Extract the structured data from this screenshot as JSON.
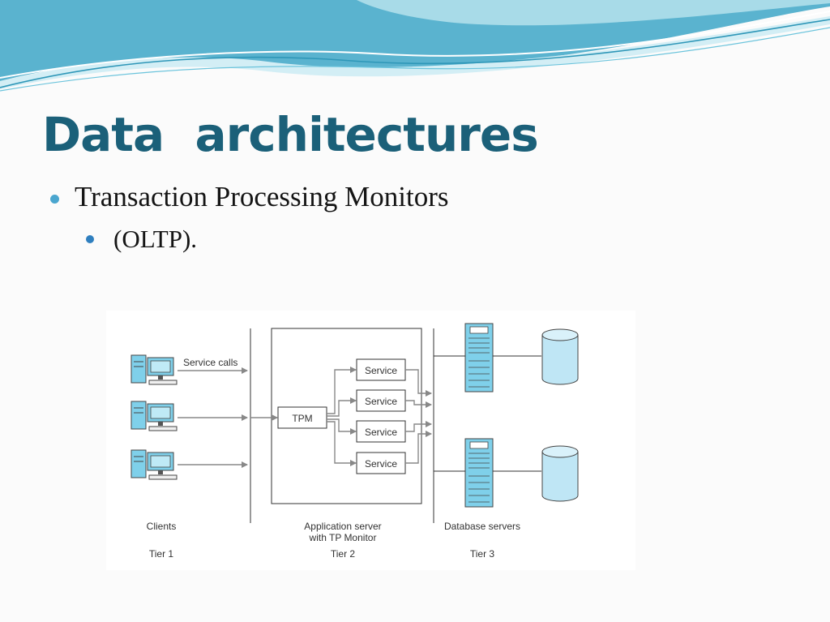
{
  "slide": {
    "title": "Data  architectures",
    "bullets": [
      {
        "text": "Transaction Processing Monitors",
        "level": 1
      },
      {
        "text": "(OLTP).",
        "level": 2
      }
    ]
  },
  "colors": {
    "title": "#1b6079",
    "bullet_l1": "#4aa6cf",
    "bullet_l2": "#2f7fbf",
    "wave_dark": "#5ab3cf",
    "wave_light": "#a8dbe8",
    "server_fill": "#7fd0ea",
    "database_fill": "#bfe6f5"
  },
  "diagram": {
    "service_calls_label": "Service calls",
    "tpm_label": "TPM",
    "services": [
      "Service",
      "Service",
      "Service",
      "Service"
    ],
    "tiers": [
      {
        "name": "Clients",
        "tier": "Tier 1"
      },
      {
        "name": "Application server\nwith TP Monitor",
        "tier": "Tier 2"
      },
      {
        "name": "Database servers",
        "tier": "Tier 3"
      }
    ],
    "icons": {
      "client": "desktop-computer-icon",
      "server": "server-rack-icon",
      "database": "database-cylinder-icon"
    }
  }
}
